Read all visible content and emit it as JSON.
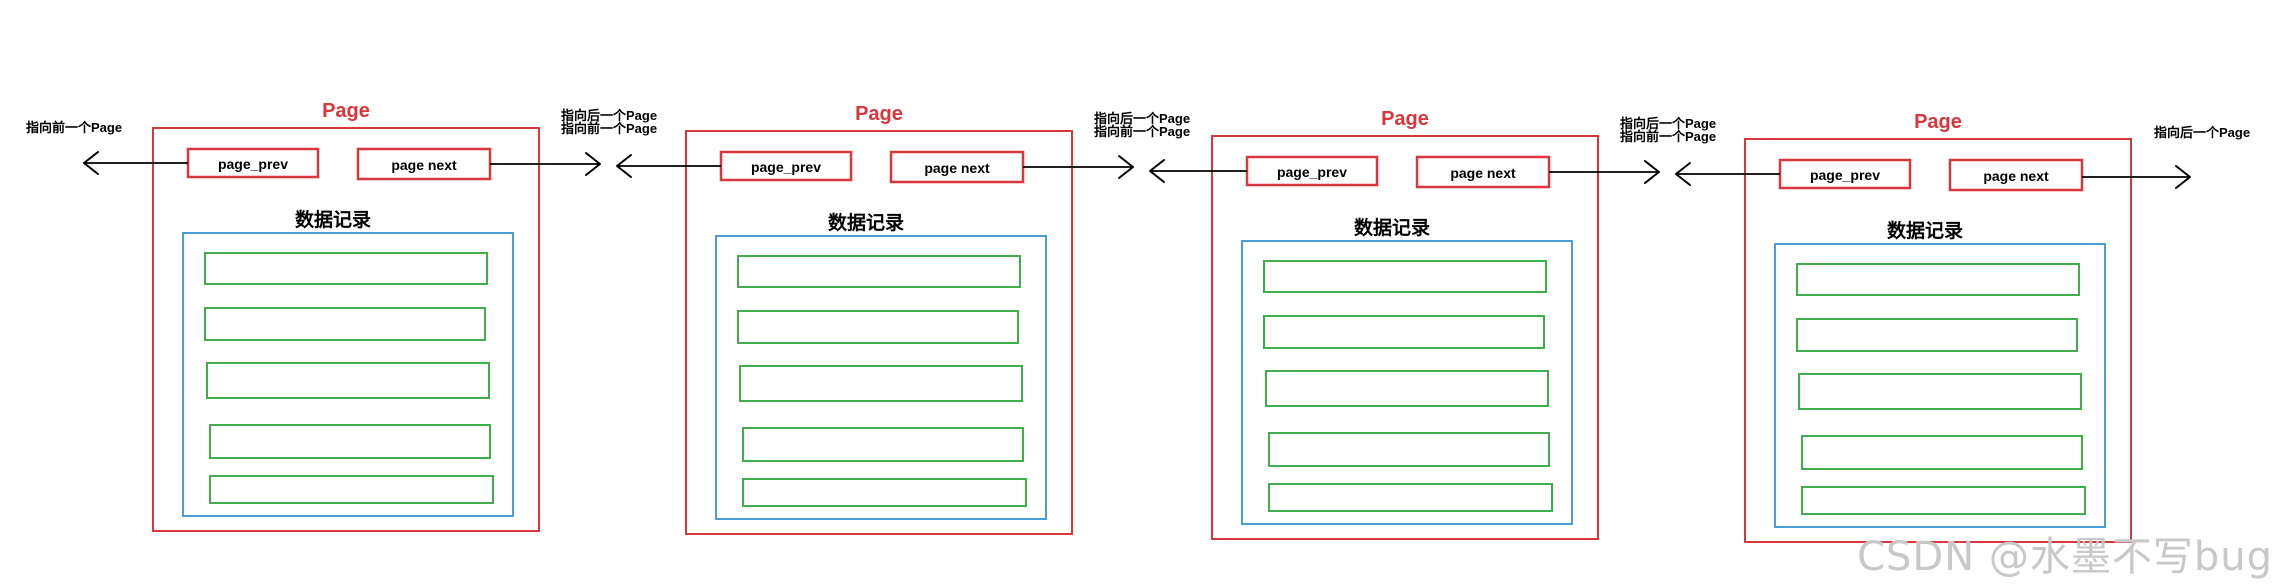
{
  "diagram": {
    "pages": [
      {
        "title": "Page",
        "prev_label": "page_prev",
        "next_label": "page next",
        "records_label": "数据记录",
        "record_count": 5
      },
      {
        "title": "Page",
        "prev_label": "page_prev",
        "next_label": "page next",
        "records_label": "数据记录",
        "record_count": 5
      },
      {
        "title": "Page",
        "prev_label": "page_prev",
        "next_label": "page next",
        "records_label": "数据记录",
        "record_count": 5
      },
      {
        "title": "Page",
        "prev_label": "page_prev",
        "next_label": "page next",
        "records_label": "数据记录",
        "record_count": 5
      }
    ],
    "left_edge_label": "指向前一个Page",
    "between_labels": [
      {
        "upper": "指向后一个Page",
        "lower": "指向前一个Page"
      },
      {
        "upper": "指向后一个Page",
        "lower": "指向前一个Page"
      },
      {
        "upper": "指向后一个Page",
        "lower": "指向前一个Page"
      }
    ],
    "right_edge_label": "指向后一个Page"
  },
  "colors": {
    "page_border": "#d9363e",
    "pointer_border": "#d9363e",
    "records_border": "#4a9fd8",
    "record_border": "#3fae4d",
    "arrow": "#000000"
  },
  "watermark": "CSDN @水墨不写bug"
}
